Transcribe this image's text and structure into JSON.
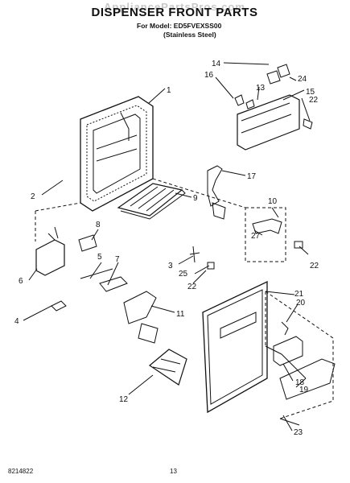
{
  "header": {
    "watermark": "AppliancePartsPros.com",
    "title": "DISPENSER FRONT PARTS",
    "model_line": "For Model: ED5FVEXSS00",
    "variant_line": "(Stainless Steel)"
  },
  "footer": {
    "document_number": "8214822",
    "page_number": "13"
  },
  "callouts": [
    "1",
    "2",
    "3",
    "4",
    "5",
    "6",
    "7",
    "8",
    "9",
    "10",
    "11",
    "12",
    "13",
    "14",
    "15",
    "16",
    "17",
    "18",
    "19",
    "20",
    "21",
    "22",
    "22",
    "22",
    "22",
    "23",
    "24",
    "25",
    "27"
  ],
  "colors": {
    "line": "#111111",
    "background": "#ffffff",
    "watermark": "#c9c9c9"
  }
}
